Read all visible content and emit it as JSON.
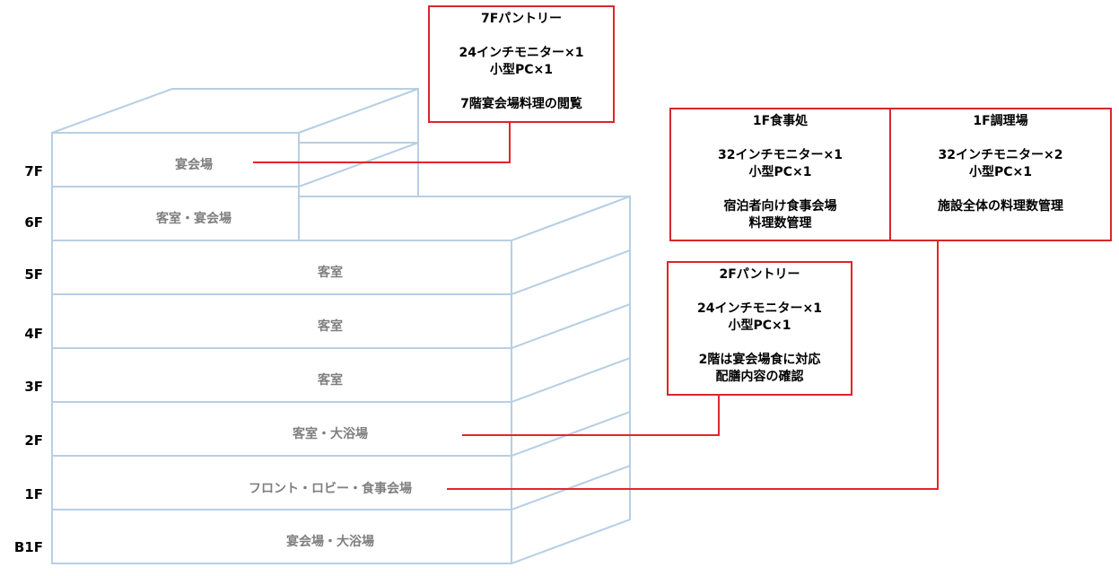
{
  "floors": [
    {
      "id": "7f",
      "num": "7F",
      "name": "宴会場"
    },
    {
      "id": "6f",
      "num": "6F",
      "name": "客室・宴会場"
    },
    {
      "id": "5f",
      "num": "5F",
      "name": "客室"
    },
    {
      "id": "4f",
      "num": "4F",
      "name": "客室"
    },
    {
      "id": "3f",
      "num": "3F",
      "name": "客室"
    },
    {
      "id": "2f",
      "num": "2F",
      "name": "客室・大浴場"
    },
    {
      "id": "1f",
      "num": "1F",
      "name": "フロント・ロビー・食事会場"
    },
    {
      "id": "b1f",
      "num": "B1F",
      "name": "宴会場・大浴場"
    }
  ],
  "callouts": {
    "pantry_7f": {
      "title": "7Fパントリー",
      "line1": "24インチモニター×1",
      "line2": "小型PC×1",
      "line3": "7階宴会場料理の閲覧"
    },
    "dining_1f": {
      "title": "1F食事処",
      "line1": "32インチモニター×1",
      "line2": "小型PC×1",
      "line3": "宿泊者向け食事会場",
      "line4": "料理数管理"
    },
    "kitchen_1f": {
      "title": "1F調理場",
      "line1": "32インチモニター×2",
      "line2": "小型PC×1",
      "line3": "施設全体の料理数管理"
    },
    "pantry_2f": {
      "title": "2Fパントリー",
      "line1": "24インチモニター×1",
      "line2": "小型PC×1",
      "line3": "2階は宴会場食に対応",
      "line4": "配膳内容の確認"
    }
  },
  "colors": {
    "building_edge": "#b7cfe4",
    "link": "#e0262c",
    "floor_text": "#7f7f7f"
  }
}
